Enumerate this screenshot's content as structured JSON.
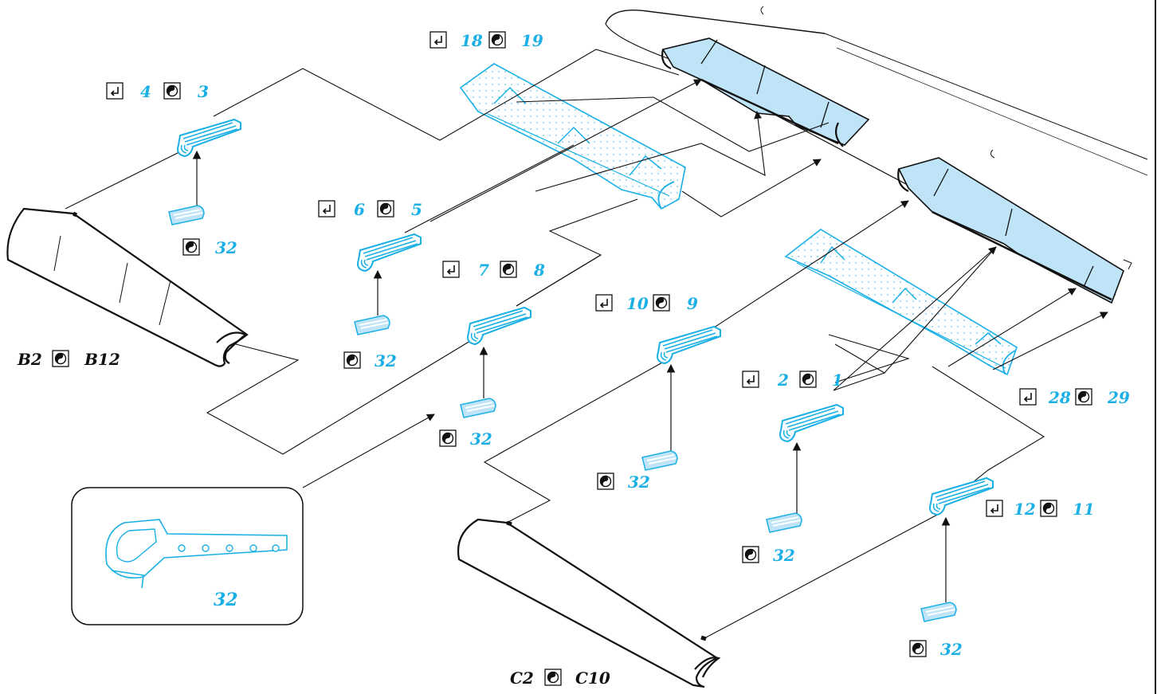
{
  "colors": {
    "accent": "#1ab0e6",
    "fill_blue": "#bfe3f7",
    "line": "#111111",
    "dots": "#5fc3ec"
  },
  "icons": {
    "bend": "bend-fold-icon",
    "glue": "yin-yang-glue-icon"
  },
  "labels": {
    "p4": "4",
    "p3": "3",
    "p18": "18",
    "p19": "19",
    "p6": "6",
    "p5": "5",
    "p7": "7",
    "p8": "8",
    "p10": "10",
    "p9": "9",
    "p2": "2",
    "p1": "1",
    "p28": "28",
    "p29": "29",
    "p12": "12",
    "p11": "11",
    "p32": "32",
    "b2": "B2",
    "b12": "B12",
    "c2": "C2",
    "c10": "C10"
  }
}
